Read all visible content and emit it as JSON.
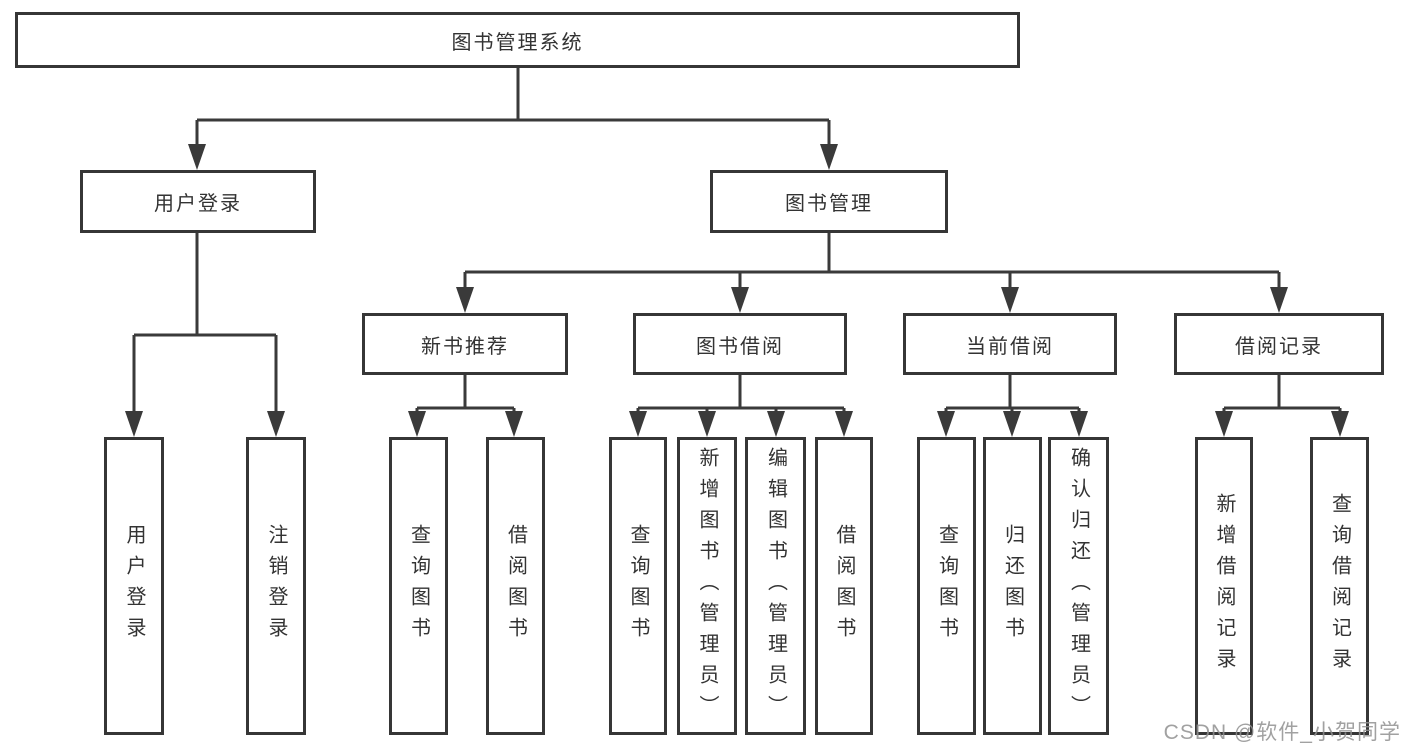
{
  "diagram": {
    "root": {
      "label": "图书管理系统"
    },
    "level2": [
      {
        "label": "用户登录"
      },
      {
        "label": "图书管理"
      }
    ],
    "level3": [
      {
        "label": "新书推荐"
      },
      {
        "label": "图书借阅"
      },
      {
        "label": "当前借阅"
      },
      {
        "label": "借阅记录"
      }
    ],
    "leaves": {
      "user_login": [
        "用户登录",
        "注销登录"
      ],
      "new_book": [
        "查询图书",
        "借阅图书"
      ],
      "book_borrow": [
        "查询图书",
        "新增图书（管理员）",
        "编辑图书（管理员）",
        "借阅图书"
      ],
      "current_borrow": [
        "查询图书",
        "归还图书",
        "确认归还（管理员）"
      ],
      "borrow_record": [
        "新增借阅记录",
        "查询借阅记录"
      ]
    },
    "colors": {
      "line": "#3a3a3a",
      "box_border": "#363636",
      "box_fill": "#ffffff",
      "text": "#333333",
      "watermark": "#919191"
    },
    "watermark": "CSDN @软件_小贺同学"
  }
}
